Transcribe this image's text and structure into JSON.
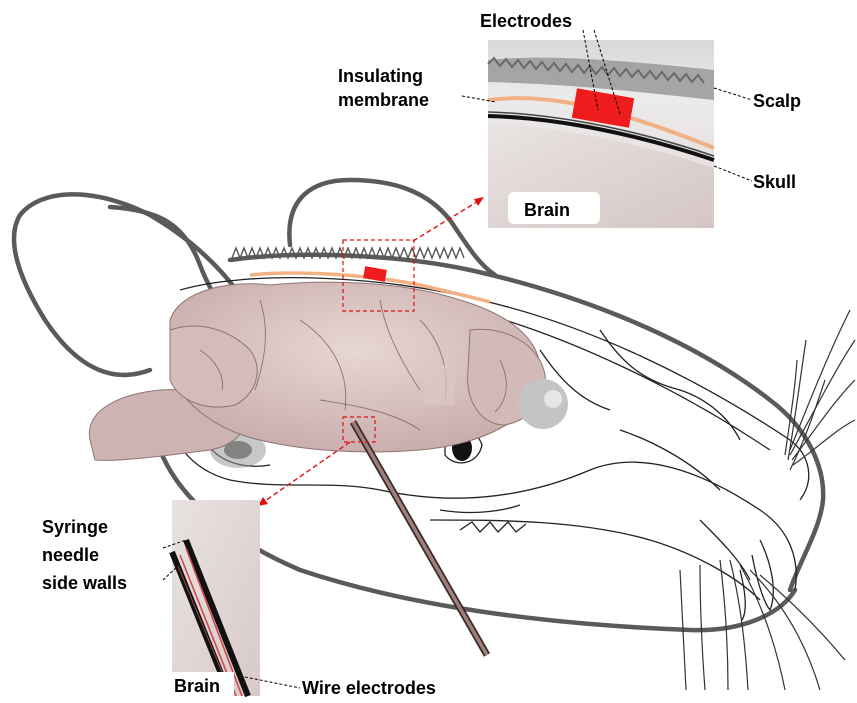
{
  "labels": {
    "electrodes": "Electrodes",
    "insulating_line1": "Insulating",
    "insulating_line2": "membrane",
    "scalp": "Scalp",
    "skull": "Skull",
    "brain_top": "Brain",
    "syringe_line1": "Syringe",
    "syringe_line2": "needle",
    "syringe_line3": "side walls",
    "brain_bottom": "Brain",
    "wire_electrodes": "Wire electrodes"
  },
  "colors": {
    "electrode_red": "#ee1c1c",
    "membrane_orange": "#f2b184",
    "brain_pink": "#d9c3c1",
    "outline_gray": "#5a5a5a",
    "zoom_red": "#e01010"
  }
}
